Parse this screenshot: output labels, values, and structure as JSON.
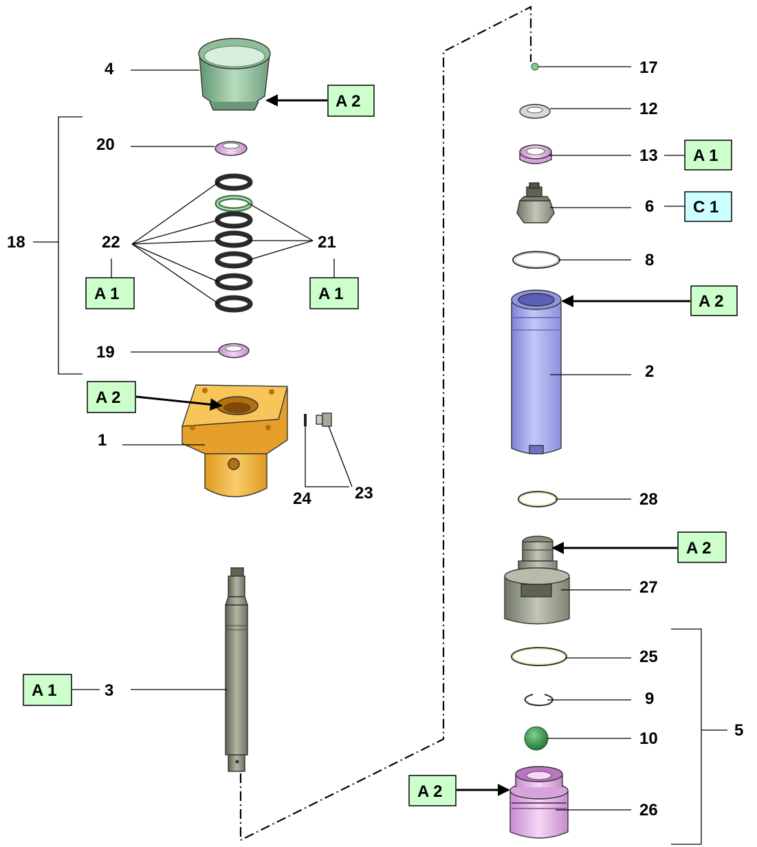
{
  "part_numbers": {
    "p1": "1",
    "p2": "2",
    "p3": "3",
    "p4": "4",
    "p5": "5",
    "p6": "6",
    "p8": "8",
    "p9": "9",
    "p10": "10",
    "p12": "12",
    "p13": "13",
    "p17": "17",
    "p18": "18",
    "p19": "19",
    "p20": "20",
    "p21": "21",
    "p22": "22",
    "p23": "23",
    "p24": "24",
    "p25": "25",
    "p26": "26",
    "p27": "27",
    "p28": "28"
  },
  "tags": {
    "a1": "A 1",
    "a2": "A 2",
    "c1": "C 1"
  },
  "colors": {
    "tag_a_fill": "#ccffcc",
    "tag_c_fill": "#ccffff",
    "cylinder_blue": "#a9aef0",
    "pump_housing_orange": "#f2b43c",
    "seal_pink": "#e6b8e6",
    "shaft_gray": "#8a9078",
    "ball_green": "#2f8f45"
  }
}
